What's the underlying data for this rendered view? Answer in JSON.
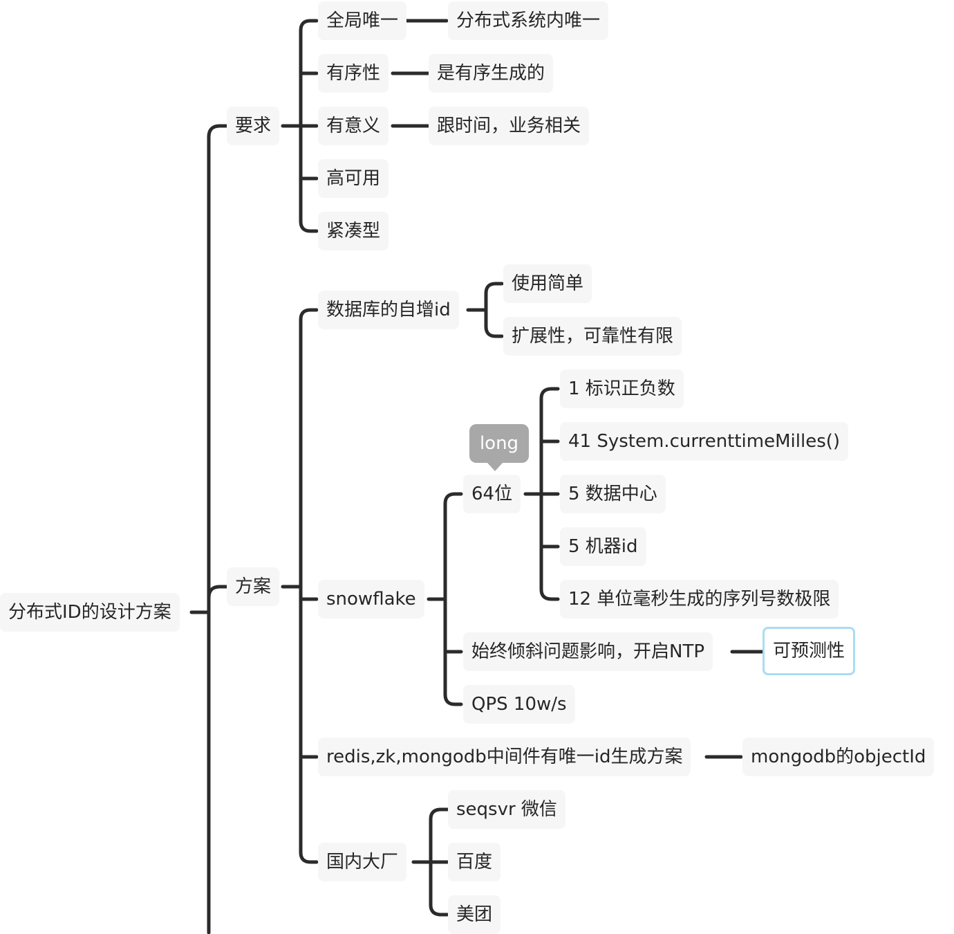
{
  "root": "分布式ID的设计方案",
  "requirements": {
    "label": "要求",
    "items": [
      {
        "label": "全局唯一",
        "detail": "分布式系统内唯一"
      },
      {
        "label": "有序性",
        "detail": "是有序生成的"
      },
      {
        "label": "有意义",
        "detail": "跟时间，业务相关"
      },
      {
        "label": "高可用"
      },
      {
        "label": "紧凑型"
      }
    ]
  },
  "solutions": {
    "label": "方案",
    "db_autoinc": {
      "label": "数据库的自增id",
      "children": [
        "使用简单",
        "扩展性，可靠性有限"
      ]
    },
    "snowflake": {
      "label": "snowflake",
      "bits": {
        "label": "64位",
        "note": "long",
        "parts": [
          "1 标识正负数",
          "41 System.currenttimeMilles()",
          "5 数据中心",
          "5 机器id",
          "12 单位毫秒生成的序列号数极限"
        ]
      },
      "clock": {
        "label": "始终倾斜问题影响，开启NTP",
        "child": "可预测性"
      },
      "qps": "QPS 10w/s"
    },
    "middleware": {
      "label": "redis,zk,mongodb中间件有唯一id生成方案",
      "child": "mongodb的objectId"
    },
    "big_tech": {
      "label": "国内大厂",
      "children": [
        "seqsvr 微信",
        "百度",
        "美团"
      ]
    }
  },
  "colors": {
    "line": "#2b2b2b",
    "node_bg": "#f6f6f6",
    "callout_bg": "#a8a8a8",
    "selected_border": "#a9dcf3"
  }
}
